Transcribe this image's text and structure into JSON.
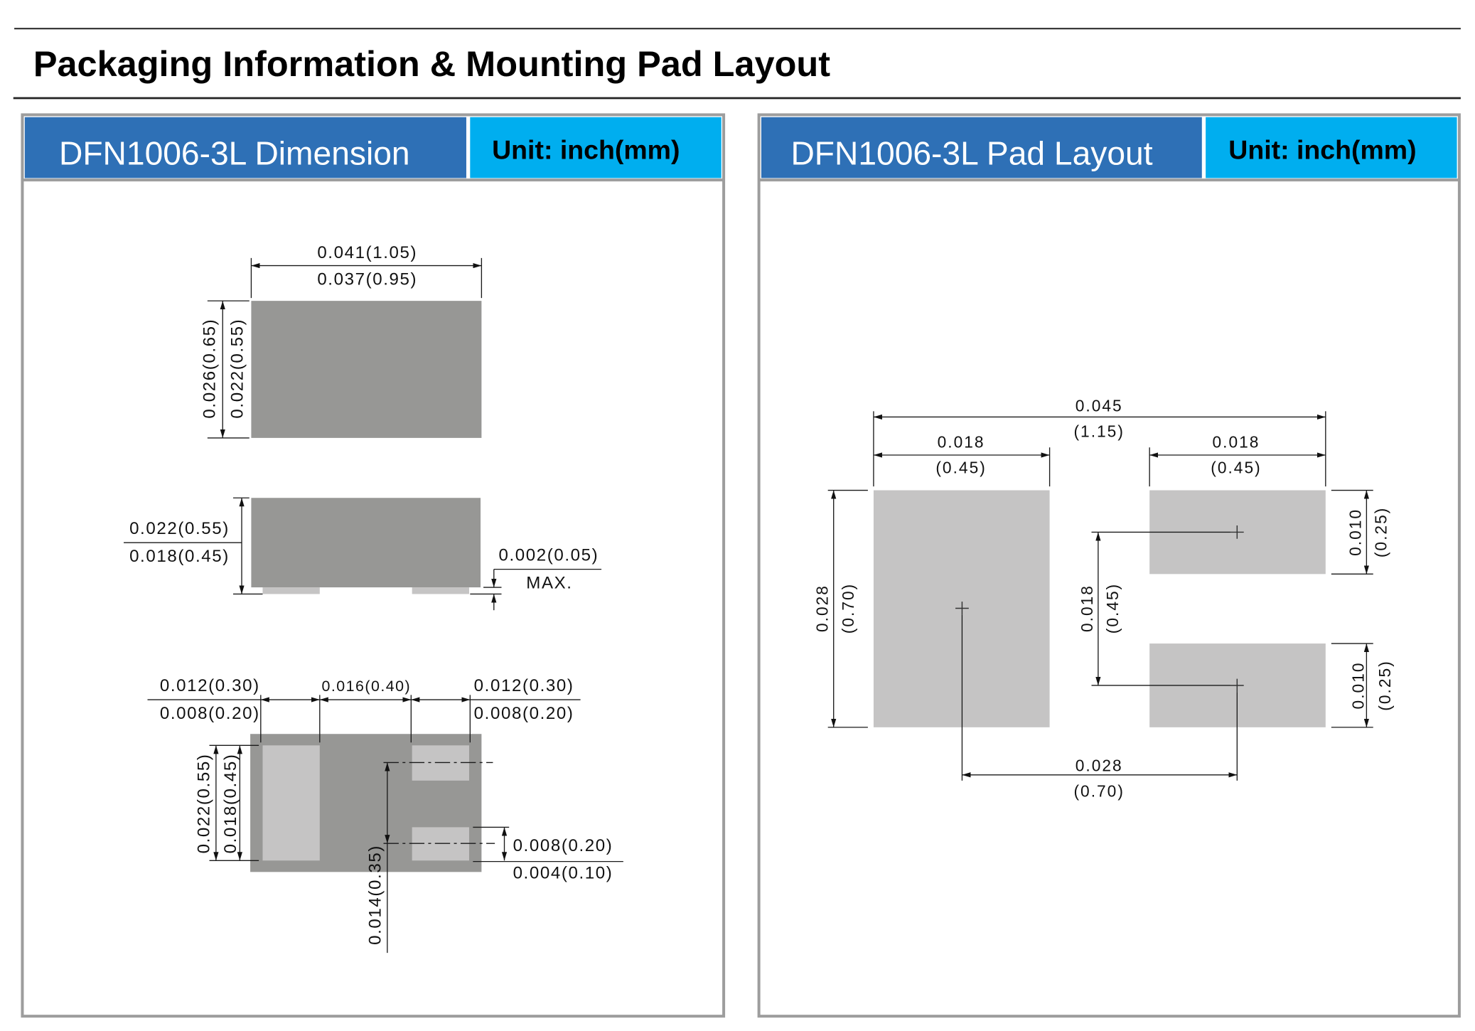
{
  "page": {
    "title": "Packaging Information & Mounting Pad Layout"
  },
  "colors": {
    "header_blue": "#2e70b6",
    "unit_cyan": "#00aeef",
    "body_gray": "#979795",
    "pad_gray": "#c5c4c4",
    "panel_border": "#9d9d9d"
  },
  "dimension_panel": {
    "header": "DFN1006-3L Dimension",
    "unit": "Unit: inch(mm)",
    "top_view": {
      "length_max": "0.041(1.05)",
      "length_min": "0.037(0.95)",
      "width_max": "0.026(0.65)",
      "width_min": "0.022(0.55)"
    },
    "side_view": {
      "height_max": "0.022(0.55)",
      "height_min": "0.018(0.45)",
      "standoff": "0.002(0.05)",
      "standoff_note": "MAX."
    },
    "bottom_view": {
      "left_pad_width_max": "0.012(0.30)",
      "left_pad_width_min": "0.008(0.20)",
      "pad_gap": "0.016(0.40)",
      "right_pad_width_max": "0.012(0.30)",
      "right_pad_width_min": "0.008(0.20)",
      "left_pad_length_max": "0.022(0.55)",
      "left_pad_length_min": "0.018(0.45)",
      "pad_pitch": "0.014(0.35)",
      "right_pad_length_max": "0.008(0.20)",
      "right_pad_length_min": "0.004(0.10)"
    }
  },
  "pad_layout_panel": {
    "header": "DFN1006-3L Pad Layout",
    "unit": "Unit: inch(mm)",
    "overall_width": {
      "inch": "0.045",
      "mm": "(1.15)"
    },
    "left_pad_width": {
      "inch": "0.018",
      "mm": "(0.45)"
    },
    "right_pad_width": {
      "inch": "0.018",
      "mm": "(0.45)"
    },
    "left_pad_height": {
      "inch": "0.028",
      "mm": "(0.70)"
    },
    "right_pad_pitch": {
      "inch": "0.018",
      "mm": "(0.45)"
    },
    "top_right_pad_height": {
      "inch": "0.010",
      "mm": "(0.25)"
    },
    "bottom_right_pad_height": {
      "inch": "0.010",
      "mm": "(0.25)"
    },
    "pad_center_spacing": {
      "inch": "0.028",
      "mm": "(0.70)"
    }
  }
}
